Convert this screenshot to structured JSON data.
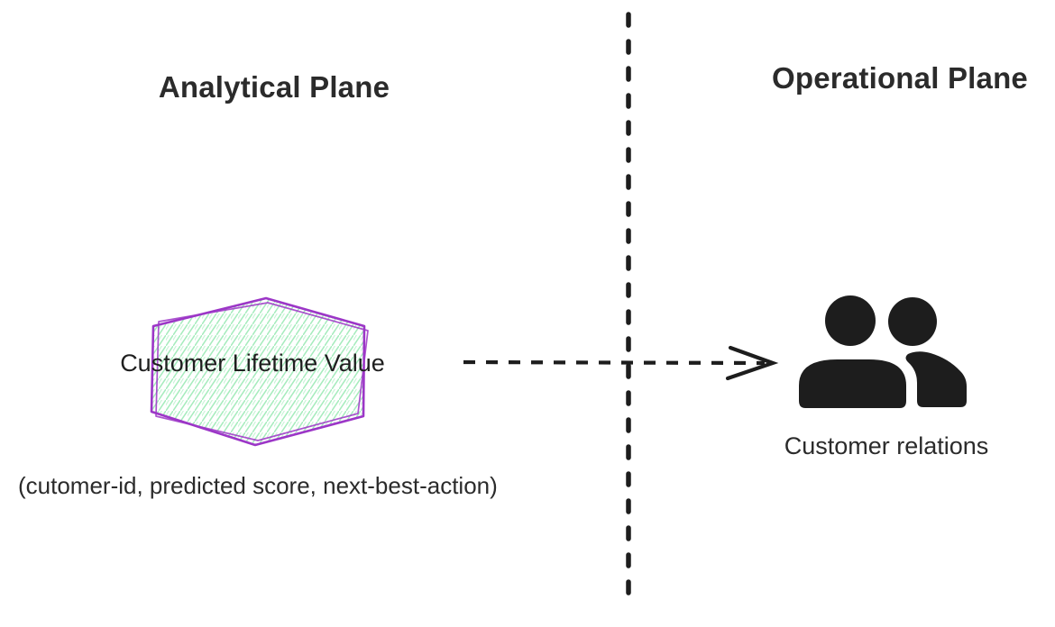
{
  "left": {
    "title": "Analytical Plane",
    "hexagon": {
      "label": "Customer Lifetime Value",
      "stroke_color": "#9c36c7",
      "hatch_color": "#a5ecbd",
      "style": "hand-drawn hexagon with diagonal green hatching"
    },
    "note": "(cutomer-id, predicted score, next-best-action)"
  },
  "divider": {
    "orientation": "vertical",
    "style": "dashed",
    "color": "#1d1d1d"
  },
  "arrow": {
    "direction": "left-to-right",
    "style": "dashed",
    "head": "open chevron",
    "color": "#1d1d1d"
  },
  "right": {
    "title": "Operational Plane",
    "icon": "people-icon",
    "icon_color": "#1d1d1d",
    "icon_label": "Customer relations"
  },
  "background_color": "#ffffff",
  "text_color": "#242424"
}
